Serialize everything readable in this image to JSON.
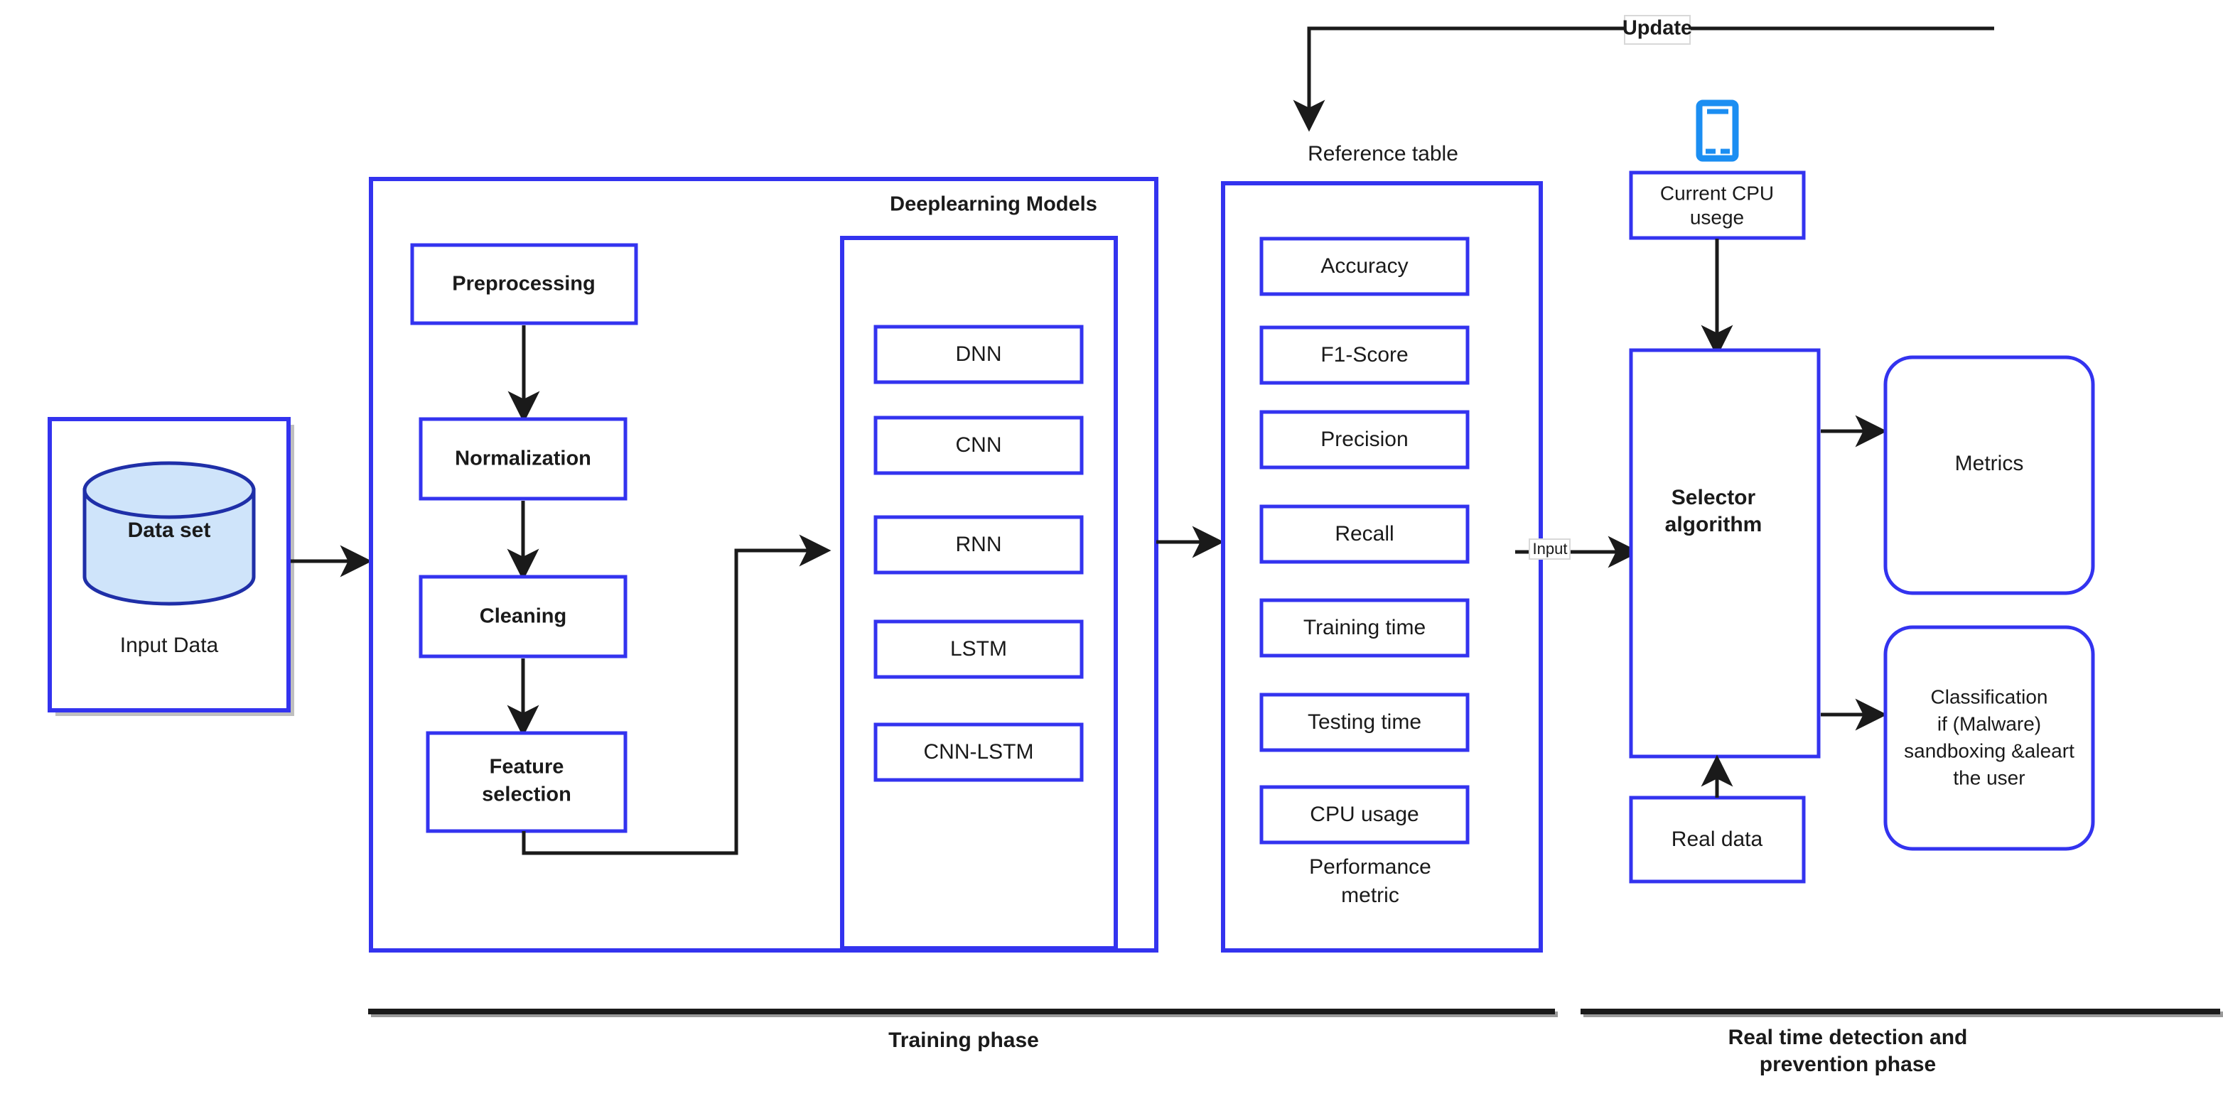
{
  "diagram": {
    "title_hidden": "",
    "colors": {
      "node_border": "#3333ef",
      "phone_icon": "#1b8ef2",
      "dataset_fill": "#cfe4fa",
      "dataset_stroke": "#1f2fa8",
      "connector": "#1a1a1a"
    },
    "input": {
      "dataset_label": "Data set",
      "caption": "Input Data"
    },
    "preprocess_steps": [
      {
        "label": "Preprocessing"
      },
      {
        "label": "Normalization"
      },
      {
        "label": "Cleaning"
      },
      {
        "label": "Feature\nselection"
      }
    ],
    "feature_selection_line1": "Feature",
    "feature_selection_line2": "selection",
    "deeplearning": {
      "title": "Deeplearning Models",
      "models": [
        "DNN",
        "CNN",
        "RNN",
        "LSTM",
        "CNN-LSTM"
      ]
    },
    "reference_table": {
      "title": "Reference table",
      "caption_line1": "Performance",
      "caption_line2": "metric",
      "metrics": [
        "Accuracy",
        "F1-Score",
        "Precision",
        "Recall",
        "Training time",
        "Testing time",
        "CPU usage"
      ]
    },
    "realtime": {
      "phone_icon": "smartphone-icon",
      "cpu_box_line1": "Current CPU",
      "cpu_box_line2": "usege",
      "selector_line1": "Selector",
      "selector_line2": "algorithm",
      "real_data": "Real data",
      "metrics_box": "Metrics",
      "classification": [
        "Classification",
        "if (Malware)",
        "sandboxing &aleart",
        "the user"
      ]
    },
    "edge_labels": {
      "update": "Update",
      "input": "Input"
    },
    "phases": {
      "training": "Training phase",
      "realtime_line1": "Real time detection and",
      "realtime_line2": "prevention phase"
    }
  }
}
